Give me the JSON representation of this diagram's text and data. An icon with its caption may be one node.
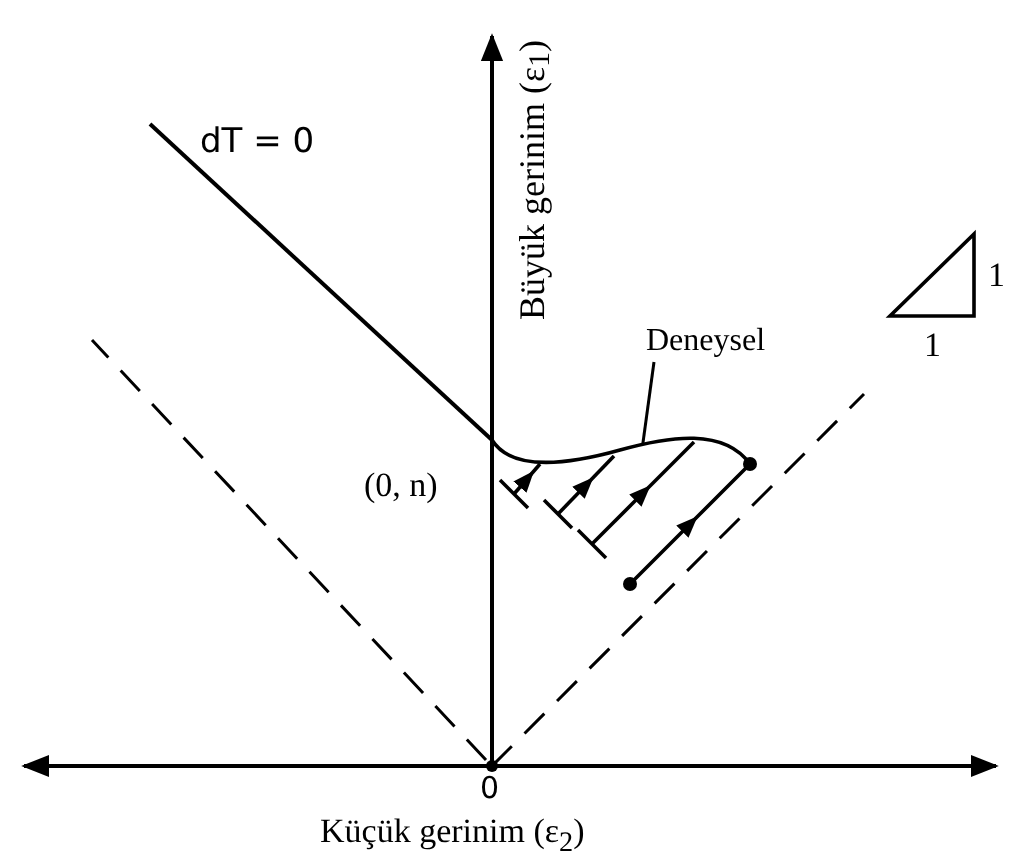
{
  "diagram": {
    "nodes": [
      {
        "text": [
          "Deneysel"
        ]
      },
      {
        "text": [],
        "shape": "curve"
      }
    ],
    "edges": [
      {
        "from": 0,
        "to": 1,
        "arrow": "none"
      }
    ],
    "labels": [
      "dT = 0",
      "Büyük gerinim (ε$_{1}$)",
      "1",
      "1",
      "(0, n)",
      "0",
      "Küçük gerinim (ε$_{2}$)"
    ]
  }
}
